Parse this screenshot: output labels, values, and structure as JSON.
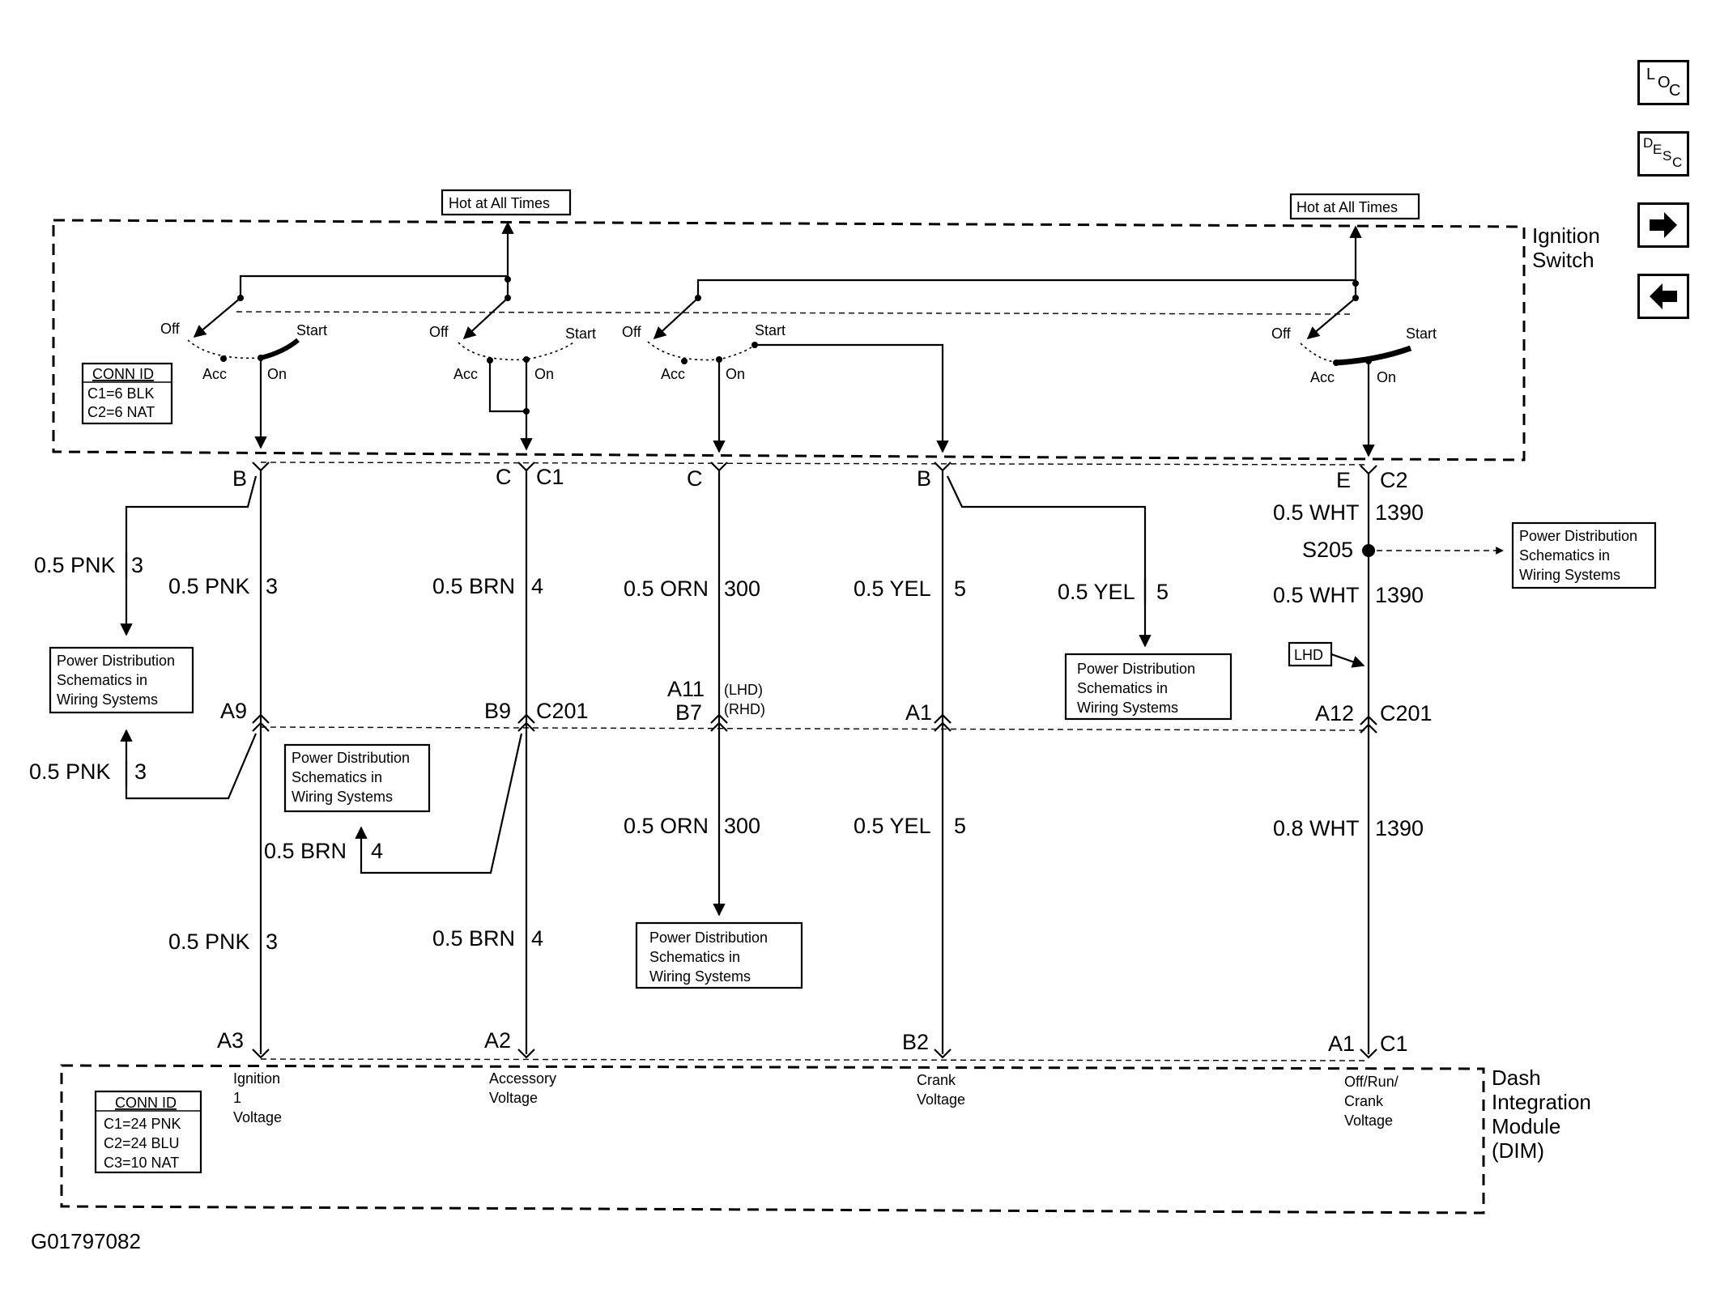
{
  "diagram": {
    "figure_id": "G01797082",
    "ignition_switch_label": [
      "Ignition",
      "Switch"
    ],
    "dim_label": [
      "Dash",
      "Integration",
      "Module",
      "(DIM)"
    ],
    "hot_at_all_times": "Hot at All Times",
    "switch_positions": {
      "off": "Off",
      "start": "Start",
      "acc": "Acc",
      "on": "On"
    },
    "ignition_conn_id": [
      "CONN ID",
      "C1=6 BLK",
      "C2=6 NAT"
    ],
    "dim_conn_id": [
      "CONN ID",
      "C1=24 PNK",
      "C2=24 BLU",
      "C3=10 NAT"
    ],
    "power_distribution": [
      "Power Distribution",
      "Schematics in",
      "Wiring Systems"
    ],
    "lhd_tag": "LHD",
    "splice": "S205",
    "connectors": {
      "c1": "C1",
      "c2": "C2",
      "c201": "C201",
      "dim_c1": "C1"
    },
    "pins": {
      "top": [
        "B",
        "C",
        "C",
        "B",
        "E"
      ],
      "mid": [
        "A9",
        "B9",
        "A11",
        "B7",
        "A1",
        "A12"
      ],
      "mid_side": [
        "(LHD)",
        "(RHD)"
      ],
      "dim": [
        "A3",
        "A2",
        "B2",
        "A1"
      ]
    },
    "wires": {
      "pnk": "0.5 PNK",
      "pnk_c": "3",
      "brn": "0.5 BRN",
      "brn_c": "4",
      "orn": "0.5 ORN",
      "orn_c": "300",
      "yel": "0.5 YEL",
      "yel_c": "5",
      "wht": "0.5 WHT",
      "wht8": "0.8 WHT",
      "wht_c": "1390"
    },
    "dim_inputs": [
      [
        "Ignition",
        "1",
        "Voltage"
      ],
      [
        "Accessory",
        "Voltage"
      ],
      [
        "Crank",
        "Voltage"
      ],
      [
        "Off/Run/",
        "Crank",
        "Voltage"
      ]
    ]
  },
  "nav": {
    "loc": [
      "L",
      "O",
      "C"
    ],
    "desc": [
      "D",
      "E",
      "S",
      "C"
    ],
    "forward_icon": "arrow-right-icon",
    "back_icon": "arrow-left-icon"
  }
}
